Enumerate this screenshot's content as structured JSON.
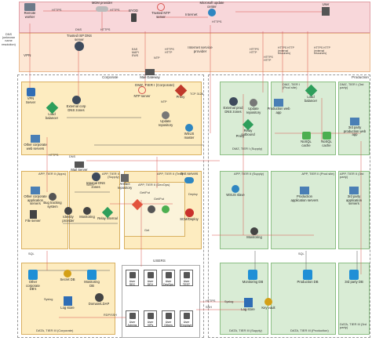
{
  "internet": {
    "label": "Internet",
    "service_provider_label": "Internet service provider",
    "remote_worker": "Remote worker",
    "mdm_provider": "MDM provider",
    "byod": "BYOD",
    "trusted_ntp": "Trusted NTP server",
    "ms_update_center": "Microsoft update center",
    "user": "User",
    "trusted_isp_dns": "Trusted ISP DNS server",
    "dns_unknown": "DNS (unknown name resolution)",
    "vpn_link": "VPN",
    "protocols": {
      "https_1": "HTTPS",
      "https_2": "HTTPS",
      "https_3": "HTTPS",
      "https_4": "HTTPS",
      "eas_mapi_ews": "EAS MAPI EWS",
      "ntp_1": "NTP",
      "https_http": "HTTPS HTTP",
      "https_http_2": "HTTPS HTTP",
      "https_http_external": "HTTPS HTTP (external resources)",
      "https_http_external_2": "HTTPS HTTP (external resources)",
      "https_http_3": "HTTPS HTTP",
      "dns_1": "DNS"
    }
  },
  "corporate": {
    "label": "Corporate",
    "dmz_label": "DMZ, TIER I (Corporate)",
    "vpn_server": "VPN Server",
    "load_balancer": "Load balancer",
    "external_corp_dns": "External corp DNS zones",
    "ntp_server": "NTP server",
    "mail_gateway": "Mail Gateway",
    "proxy": "Proxy",
    "update_repository": "Update repository",
    "wsus_master": "WSUS master",
    "other_corporate_web": "Other corporate web servers",
    "tcp_3128": "TCP 3128",
    "app_label": "APP, TIER II (Apps)",
    "supply_label": "APP, TIER II (Supply)",
    "test_label": "APP, TIER II (Test)",
    "other_app_servers": "Other corporate application servers",
    "mail_server": "Mail Server",
    "internal_dns": "Internal DNS zones",
    "bug_tracking": "Bug tracking system",
    "file_server": "File server",
    "identity_provider": "Identity provider",
    "monitoring": "Monitoring",
    "relay_internal": "Relay internal",
    "artifact_repository": "Artifact repository",
    "devops_label": "APP, TIER II (DevOps)",
    "scm_deploy": "SCM/Deploy",
    "test_servers": "Test servers",
    "deploy": "Deploy",
    "get_put": "Get/Put",
    "get_put_2": "Get/Put",
    "get": "Get",
    "data_label": "DATA, TIER III (Corporate)",
    "other_corporate_dbs": "Other corporate DB's",
    "secret_db": "Secret DB",
    "monitoring_db": "Monitoring DB",
    "log_store": "Log store",
    "domain_ldap": "Domain/LDAP",
    "syslog": "Syslog",
    "rdp_ssh": "RDP/SSH",
    "smtp": "SMTP",
    "sql": "SQL",
    "https": "HTTPS",
    "ntp": "NTP",
    "dns": "DNS"
  },
  "users": {
    "label": "USERS",
    "cards": [
      "User SEC",
      "User DEV",
      "User DevOps",
      "User TEST",
      "User Admins",
      "User VIPs",
      "User Others",
      "User Employe"
    ]
  },
  "production": {
    "label": "Production",
    "dmz_supply": "DMZ, TIER I (Supply)",
    "dmz_prod": "DMZ, TIER I (Prod site)",
    "dmz_3rd": "DMZ, TIER I (3rd party)",
    "external_prod_dns": "External prod DNS zones",
    "update_repository": "Update repository",
    "production_web_app": "Production web app",
    "relay_outbound": "Relay outbound",
    "proxy": "Proxy",
    "load_balancer": "Load balancer",
    "nosql_cache": "NoSQL cache",
    "nosql_cache_2": "NoSQL cache",
    "third_party_web": "3rd party production web app",
    "app_supply": "APP, TIER II (Supply)",
    "app_prod": "APP, TIER II (Prod site)",
    "app_3rd": "APP, TIER II (3rd party)",
    "wsus_slave": "WSUS slave",
    "production_app_servers": "Production application servers",
    "third_party_app_servers": "3rd party application servers",
    "monitoring": "Monitoring",
    "data_supply": "DATA, TIER III (Supply)",
    "data_prod": "DATA, TIER III (Production)",
    "data_3rd": "DATA, TIER III (3rd party)",
    "monitoring_db": "Monitoring DB",
    "production_db": "Production DB",
    "third_party_db": "3rd party DB",
    "log_store": "Log store",
    "key_vault": "Key vault",
    "syslog": "Syslog",
    "https": "HTTPS",
    "ssh": "SSH",
    "sql": "SQL"
  },
  "colors": {
    "internet_bg": "#f8d7da",
    "isp_bg": "#fde7d4",
    "dmz_bg": "#fdecc0",
    "app_bg": "#fdecc0",
    "data_bg": "#fdecc0",
    "prod_bg": "#d9ecd5",
    "wire_red": "#d9534f",
    "wire_dark": "#555555",
    "db_blue": "#1f8fd6",
    "gear_green": "#4caf50",
    "scm_red": "#c9302c"
  }
}
